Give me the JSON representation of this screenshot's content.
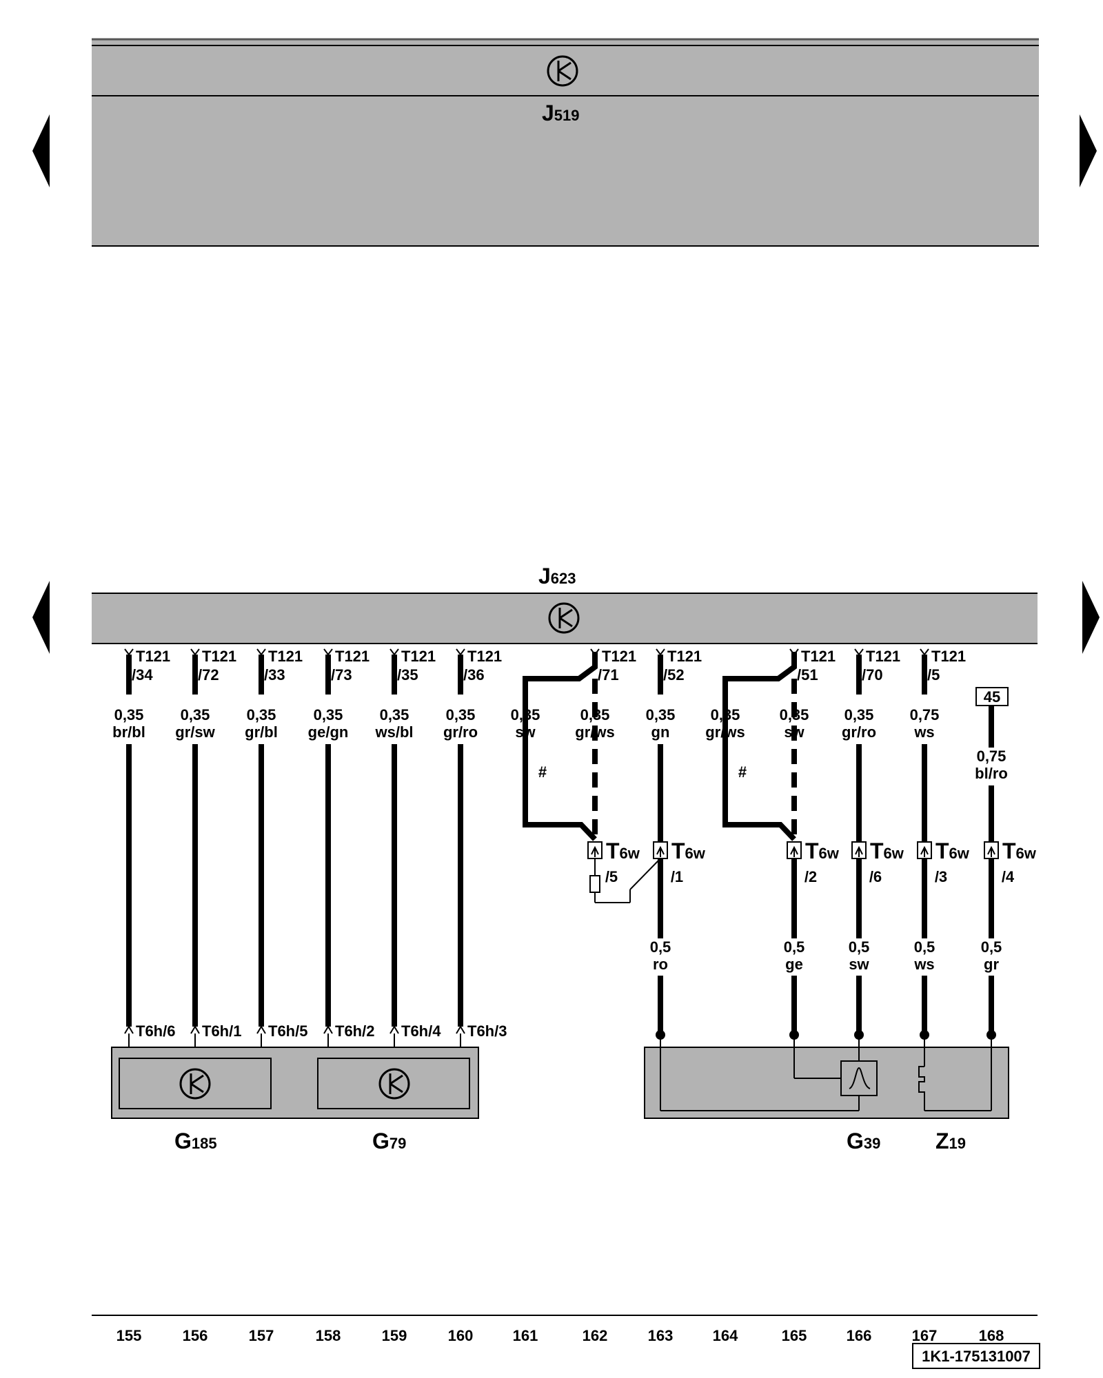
{
  "modules": {
    "top": {
      "letter": "J",
      "number": "519"
    },
    "mid": {
      "letter": "J",
      "number": "623"
    },
    "g185": {
      "letter": "G",
      "number": "185"
    },
    "g79": {
      "letter": "G",
      "number": "79"
    },
    "g39": {
      "letter": "G",
      "number": "39"
    },
    "z19": {
      "letter": "Z",
      "number": "19"
    }
  },
  "wires": [
    {
      "id": "w155",
      "pin": "T121",
      "pin_sub": "/34",
      "size": "0,35",
      "color": "br/bl",
      "end": "T6h/6"
    },
    {
      "id": "w156",
      "pin": "T121",
      "pin_sub": "/72",
      "size": "0,35",
      "color": "gr/sw",
      "end": "T6h/1"
    },
    {
      "id": "w157",
      "pin": "T121",
      "pin_sub": "/33",
      "size": "0,35",
      "color": "gr/bl",
      "end": "T6h/5"
    },
    {
      "id": "w158",
      "pin": "T121",
      "pin_sub": "/73",
      "size": "0,35",
      "color": "ge/gn",
      "end": "T6h/2"
    },
    {
      "id": "w159",
      "pin": "T121",
      "pin_sub": "/35",
      "size": "0,35",
      "color": "ws/bl",
      "end": "T6h/4"
    },
    {
      "id": "w160",
      "pin": "T121",
      "pin_sub": "/36",
      "size": "0,35",
      "color": "gr/ro",
      "end": "T6h/3"
    },
    {
      "id": "w161",
      "size": "0,35",
      "color": "sw",
      "mark": "#"
    },
    {
      "id": "w162",
      "pin": "T121",
      "pin_sub": "/71",
      "size": "0,35",
      "color": "gr/ws",
      "end_pin": "T",
      "end_pin_sub": "6w",
      "end_slot": "/5"
    },
    {
      "id": "w163",
      "pin": "T121",
      "pin_sub": "/52",
      "size": "0,35",
      "color": "gn",
      "end_pin": "T",
      "end_pin_sub": "6w",
      "end_slot": "/1",
      "low_size": "0,5",
      "low_color": "ro"
    },
    {
      "id": "w164",
      "size": "0,35",
      "color": "gr/ws",
      "mark": "#"
    },
    {
      "id": "w165",
      "pin": "T121",
      "pin_sub": "/51",
      "size": "0,35",
      "color": "sw",
      "end_pin": "T",
      "end_pin_sub": "6w",
      "end_slot": "/2",
      "low_size": "0,5",
      "low_color": "ge"
    },
    {
      "id": "w166",
      "pin": "T121",
      "pin_sub": "/70",
      "size": "0,35",
      "color": "gr/ro",
      "end_pin": "T",
      "end_pin_sub": "6w",
      "end_slot": "/6",
      "low_size": "0,5",
      "low_color": "sw"
    },
    {
      "id": "w167",
      "pin": "T121",
      "pin_sub": "/5",
      "size": "0,75",
      "color": "ws",
      "end_pin": "T",
      "end_pin_sub": "6w",
      "end_slot": "/3",
      "low_size": "0,5",
      "low_color": "ws"
    },
    {
      "id": "w168",
      "box": "45",
      "size": "0,75",
      "color": "bl/ro",
      "end_pin": "T",
      "end_pin_sub": "6w",
      "end_slot": "/4",
      "low_size": "0,5",
      "low_color": "gr"
    }
  ],
  "columns": [
    "155",
    "156",
    "157",
    "158",
    "159",
    "160",
    "161",
    "162",
    "163",
    "164",
    "165",
    "166",
    "167",
    "168"
  ],
  "reference": "1K1-175131007"
}
